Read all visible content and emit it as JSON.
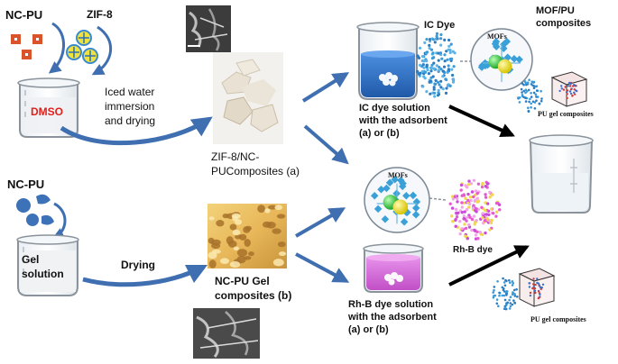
{
  "labels": {
    "ncpu_top": "NC-PU",
    "zif8": "ZIF-8",
    "dmso": "DMSO",
    "iced_water_1": "Iced water",
    "iced_water_2": "immersion",
    "iced_water_3": "and drying",
    "zif_comp_1": "ZIF-8/NC-",
    "zif_comp_2": "PUComposites (a)",
    "ic_dye": "IC Dye",
    "mofs_top": "MOFs",
    "mof_pu_1": "MOF/PU",
    "mof_pu_2": "composites",
    "pu_gel_top": "PU gel composites",
    "ic_sol_1": "IC dye solution",
    "ic_sol_2": "with the adsorbent",
    "ic_sol_3": "(a) or (b)",
    "ncpu_bottom": "NC-PU",
    "gel_1": "Gel",
    "gel_2": "solution",
    "drying": "Drying",
    "ncpu_gel_1": "NC-PU Gel",
    "ncpu_gel_2": "composites (b)",
    "mofs_bottom": "MOFs",
    "rhb_dye": "Rh-B dye",
    "rhb_sol_1": "Rh-B dye solution",
    "rhb_sol_2": "with the adsorbent",
    "rhb_sol_3": "(a) or (b)",
    "pu_gel_bottom": "PU gel composites"
  },
  "colors": {
    "arrow_blue": "#3f6fb0",
    "arrow_black": "#000000",
    "ic_liquid": "#2d6fc4",
    "rhb_liquid": "#d36fd6",
    "dmso_text": "#e0201b",
    "mof_frame": "#3aa0d8",
    "ion_green": "#2ecc40",
    "ion_yellow": "#f2e600"
  }
}
